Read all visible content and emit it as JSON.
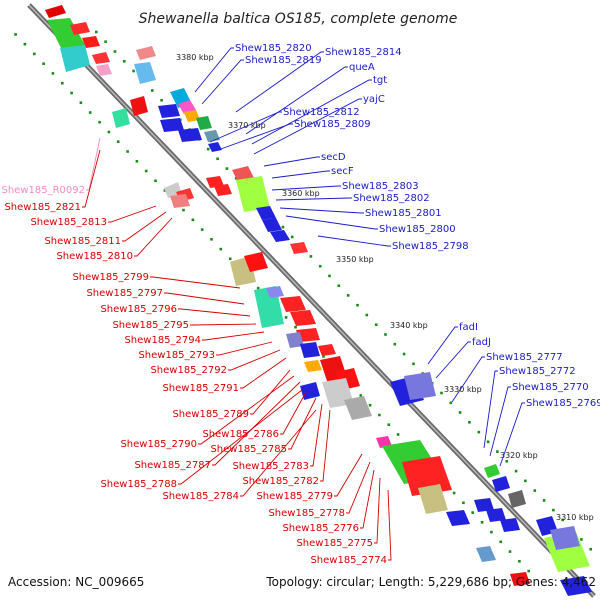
{
  "title": "Shewanella baltica OS185, complete genome",
  "footer": {
    "accession": "Accession: NC_009665",
    "topology": "Topology: circular; Length: 5,229,686 bp; Genes: 4,462"
  },
  "kbp_ticks": [
    "3380 kbp",
    "3370 kbp",
    "3360 kbp",
    "3350 kbp",
    "3340 kbp",
    "3330 kbp",
    "3320 kbp",
    "3310 kbp"
  ],
  "upper_labels": [
    "Shew185_2820",
    "Shew185_2819",
    "Shew185_2814",
    "queA",
    "tgt",
    "yajC",
    "Shew185_2812",
    "Shew185_2809",
    "secD",
    "secF",
    "Shew185_2803",
    "Shew185_2802",
    "Shew185_2801",
    "Shew185_2800",
    "Shew185_2798",
    "fadI",
    "fadJ",
    "Shew185_2777",
    "Shew185_2772",
    "Shew185_2770",
    "Shew185_2769"
  ],
  "lower_labels": [
    "Shew185_R0092",
    "Shew185_2821",
    "Shew185_2813",
    "Shew185_2811",
    "Shew185_2810",
    "Shew185_2799",
    "Shew185_2797",
    "Shew185_2796",
    "Shew185_2795",
    "Shew185_2794",
    "Shew185_2793",
    "Shew185_2792",
    "Shew185_2791",
    "Shew185_2789",
    "Shew185_2786",
    "Shew185_2790",
    "Shew185_2785",
    "Shew185_2787",
    "Shew185_2783",
    "Shew185_2788",
    "Shew185_2784",
    "Shew185_2782",
    "Shew185_2779",
    "Shew185_2778",
    "Shew185_2776",
    "Shew185_2775",
    "Shew185_2774"
  ],
  "colors": {
    "axis": "#808080",
    "forward_genes": "#ff0000",
    "reverse_genes": "#0000ee",
    "tick_dots": "#1a8c1a",
    "blue_labels": "#1b1bc8",
    "red_labels": "#d40000",
    "rna_label": "#f48cc0"
  }
}
